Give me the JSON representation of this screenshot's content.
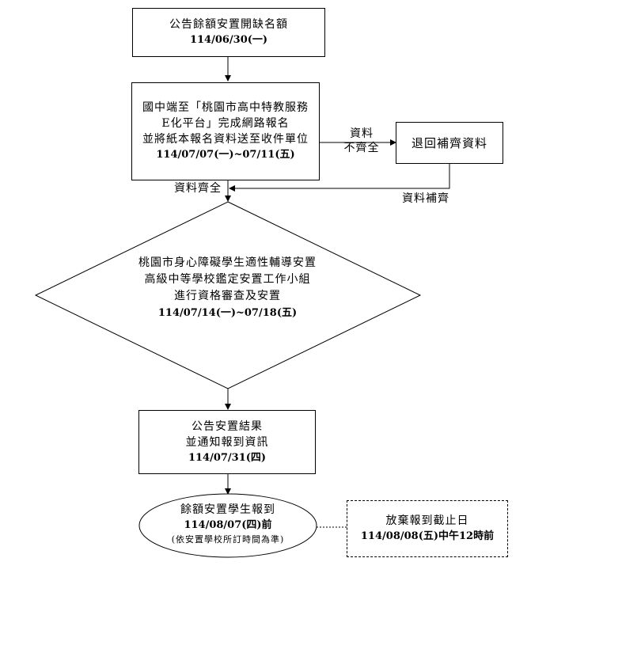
{
  "announce": {
    "line1": "公告餘額安置開缺名額",
    "date": "114/06/30(一)"
  },
  "register": {
    "line1": "國中端至「桃園市高中特教服務",
    "line2": "E化平台」完成網路報名",
    "line3": "並將紙本報名資料送至收件單位",
    "date": "114/07/07(一)~07/11(五)"
  },
  "incomplete_label": {
    "line1": "資料",
    "line2": "不齊全"
  },
  "return_box": {
    "text": "退回補齊資料"
  },
  "supplement_label": "資料補齊",
  "complete_label": "資料齊全",
  "review": {
    "line1": "桃園市身心障礙學生適性輔導安置",
    "line2": "高級中等學校鑑定安置工作小組",
    "line3": "進行資格審查及安置",
    "date": "114/07/14(一)~07/18(五)"
  },
  "result": {
    "line1": "公告安置結果",
    "line2": "並通知報到資訊",
    "date": "114/07/31(四)"
  },
  "report": {
    "line1": "餘額安置學生報到",
    "date": "114/08/07(四)前",
    "note": "(依安置學校所訂時間為準)"
  },
  "waive": {
    "line1": "放棄報到截止日",
    "date": "114/08/08(五)中午12時前"
  }
}
